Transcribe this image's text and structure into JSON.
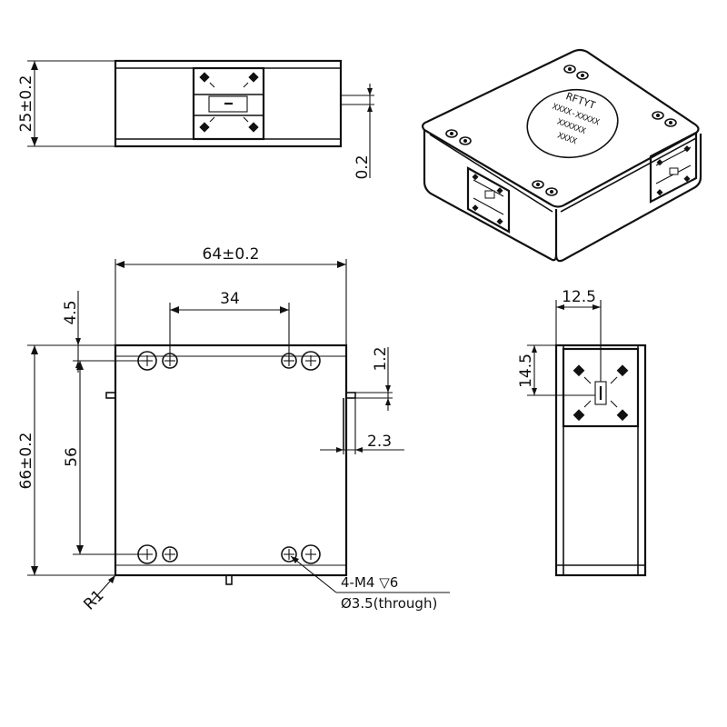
{
  "dimensions": {
    "side_height": "25±0.2",
    "side_gap": "0.2",
    "width": "64±0.2",
    "hole_spacing_x": "34",
    "hole_edge_offset": "4.5",
    "step_1_2": "1.2",
    "tab_2_3": "2.3",
    "hole_spacing_y": "56",
    "height": "66±0.2",
    "corner_radius": "R1",
    "end_12_5": "12.5",
    "end_14_5": "14.5"
  },
  "notes": {
    "thread": "4-M4 ▽6",
    "through": "Ø3.5(through)"
  },
  "label": {
    "brand": "RFTYT",
    "line1": "XXXX-XXXXX",
    "line2": "XXXXXX",
    "line3": "XXXX"
  }
}
